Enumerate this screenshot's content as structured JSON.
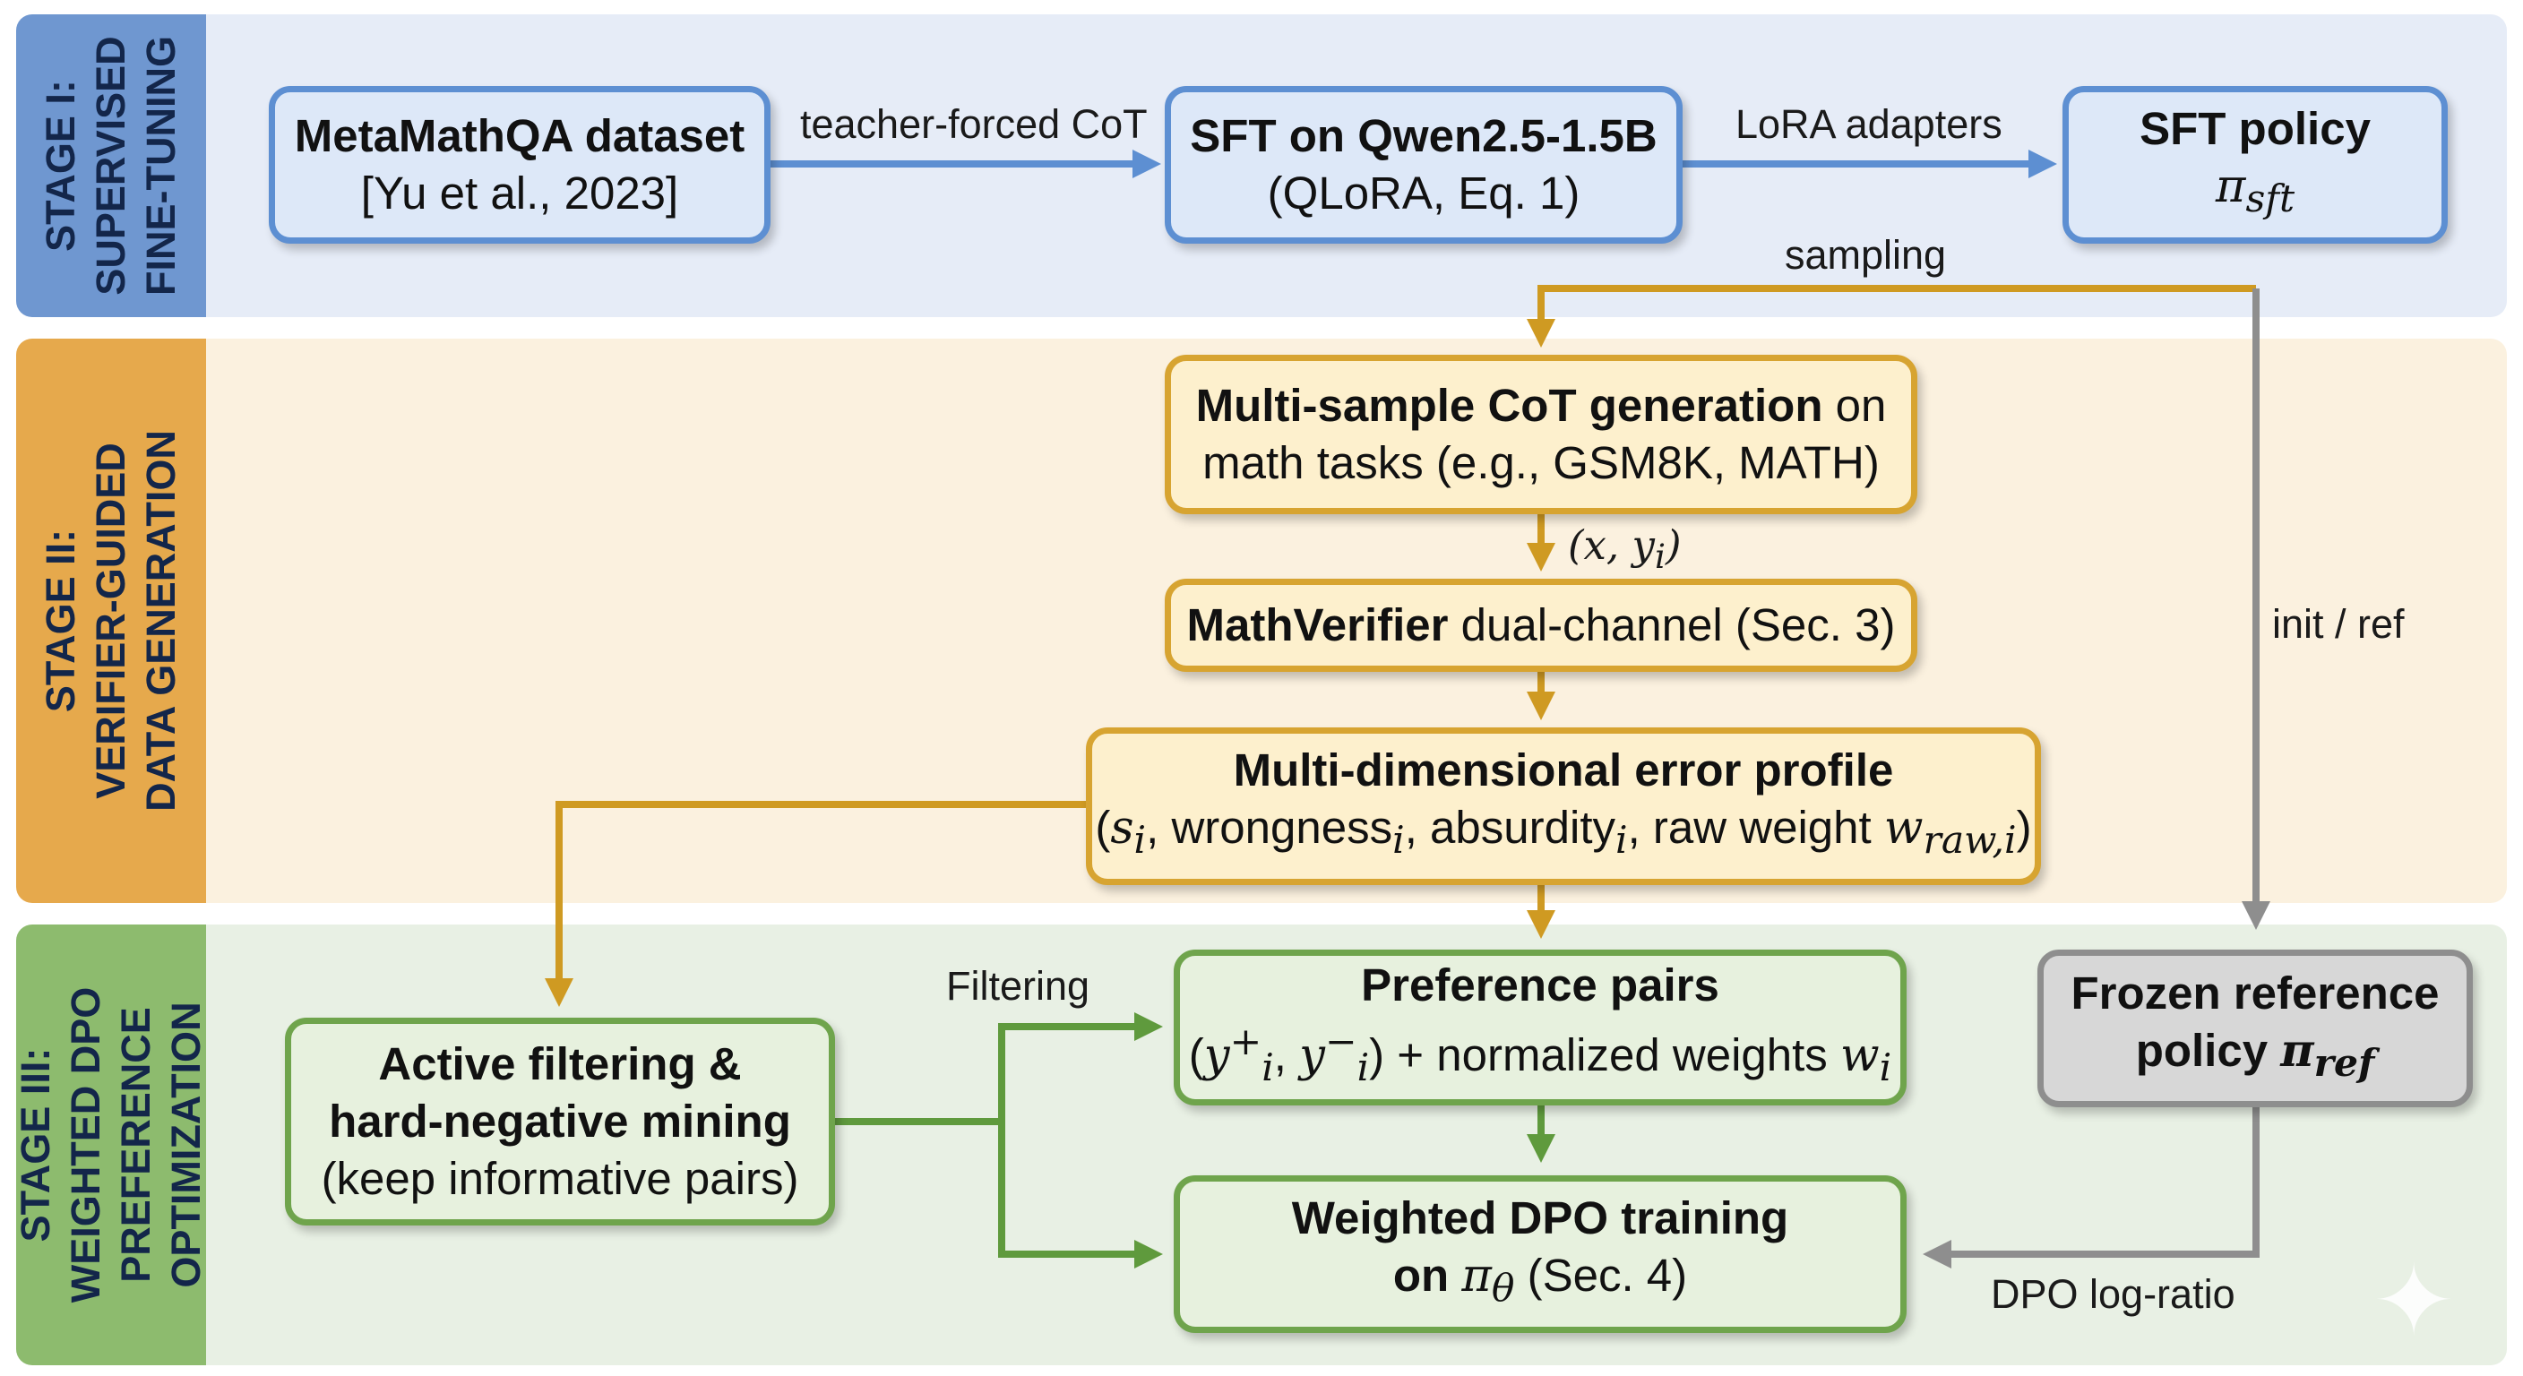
{
  "stages": {
    "stage1": {
      "line1": "STAGE I:",
      "line2": "SUPERVISED",
      "line3": "FINE-TUNING"
    },
    "stage2": {
      "line1": "STAGE II:",
      "line2": "VERIFIER-GUIDED",
      "line3": "DATA GENERATION"
    },
    "stage3": {
      "line1": "STAGE III:",
      "line2": "WEIGHTED DPO",
      "line3": "PREFERENCE",
      "line4": "OPTIMIZATION"
    }
  },
  "nodes": {
    "metamath": {
      "title": "MetaMathQA dataset",
      "subtitle": "[Yu et al., 2023]"
    },
    "sft": {
      "title": "SFT on Qwen2.5-1.5B",
      "subtitle": "(QLoRA, Eq. 1)"
    },
    "sft_policy": {
      "title": "SFT policy",
      "symbol": "π",
      "sub": "sft"
    },
    "multisample": {
      "bold": "Multi-sample CoT generation",
      "rest": " on",
      "line2": "math tasks (e.g., GSM8K, MATH)"
    },
    "verifier": {
      "bold": "MathVerifier",
      "rest": " dual-channel (Sec. 3)"
    },
    "error_profile": {
      "title": "Multi-dimensional error profile",
      "open": "(",
      "s": "s",
      "s_sub": "i",
      "wrong": ", wrongness",
      "wrong_sub": "i",
      "absurd": ", absurdity",
      "absurd_sub": "i",
      "raw": ", raw weight ",
      "w": "w",
      "w_sub": "raw,i",
      "close": ")"
    },
    "pref_pairs": {
      "title": "Preference pairs",
      "open": "(",
      "y1": "y",
      "y1_sup": "+",
      "y1_sub": "i",
      "comma": ", ",
      "y2": "y",
      "y2_sup": "−",
      "y2_sub": "i",
      "mid": ") + normalized weights ",
      "w": "w",
      "w_sub": "i"
    },
    "active_filter": {
      "line1": "Active filtering &",
      "line2": "hard-negative mining",
      "line3": "(keep informative pairs)"
    },
    "frozen_ref": {
      "line1": "Frozen reference",
      "line2": "policy ",
      "symbol": "π",
      "sub": "ref"
    },
    "wdpo": {
      "line1": "Weighted DPO training",
      "on": "on ",
      "symbol": "π",
      "sub": "θ",
      "rest": " (Sec. 4)"
    }
  },
  "edges": {
    "teacher_forced": "teacher-forced CoT",
    "lora": "LoRA adapters",
    "sampling": "sampling",
    "xy_open": "(x, y",
    "xy_sub": "i",
    "xy_close": ")",
    "init_ref": "init / ref",
    "filtering": "Filtering",
    "dpo_log_ratio": "DPO log-ratio"
  },
  "colors": {
    "blue_arrow": "#5d8fd2",
    "gold_arrow": "#cf9a22",
    "green_arrow": "#5f9a3d",
    "gray_arrow": "#8e8e8e"
  }
}
